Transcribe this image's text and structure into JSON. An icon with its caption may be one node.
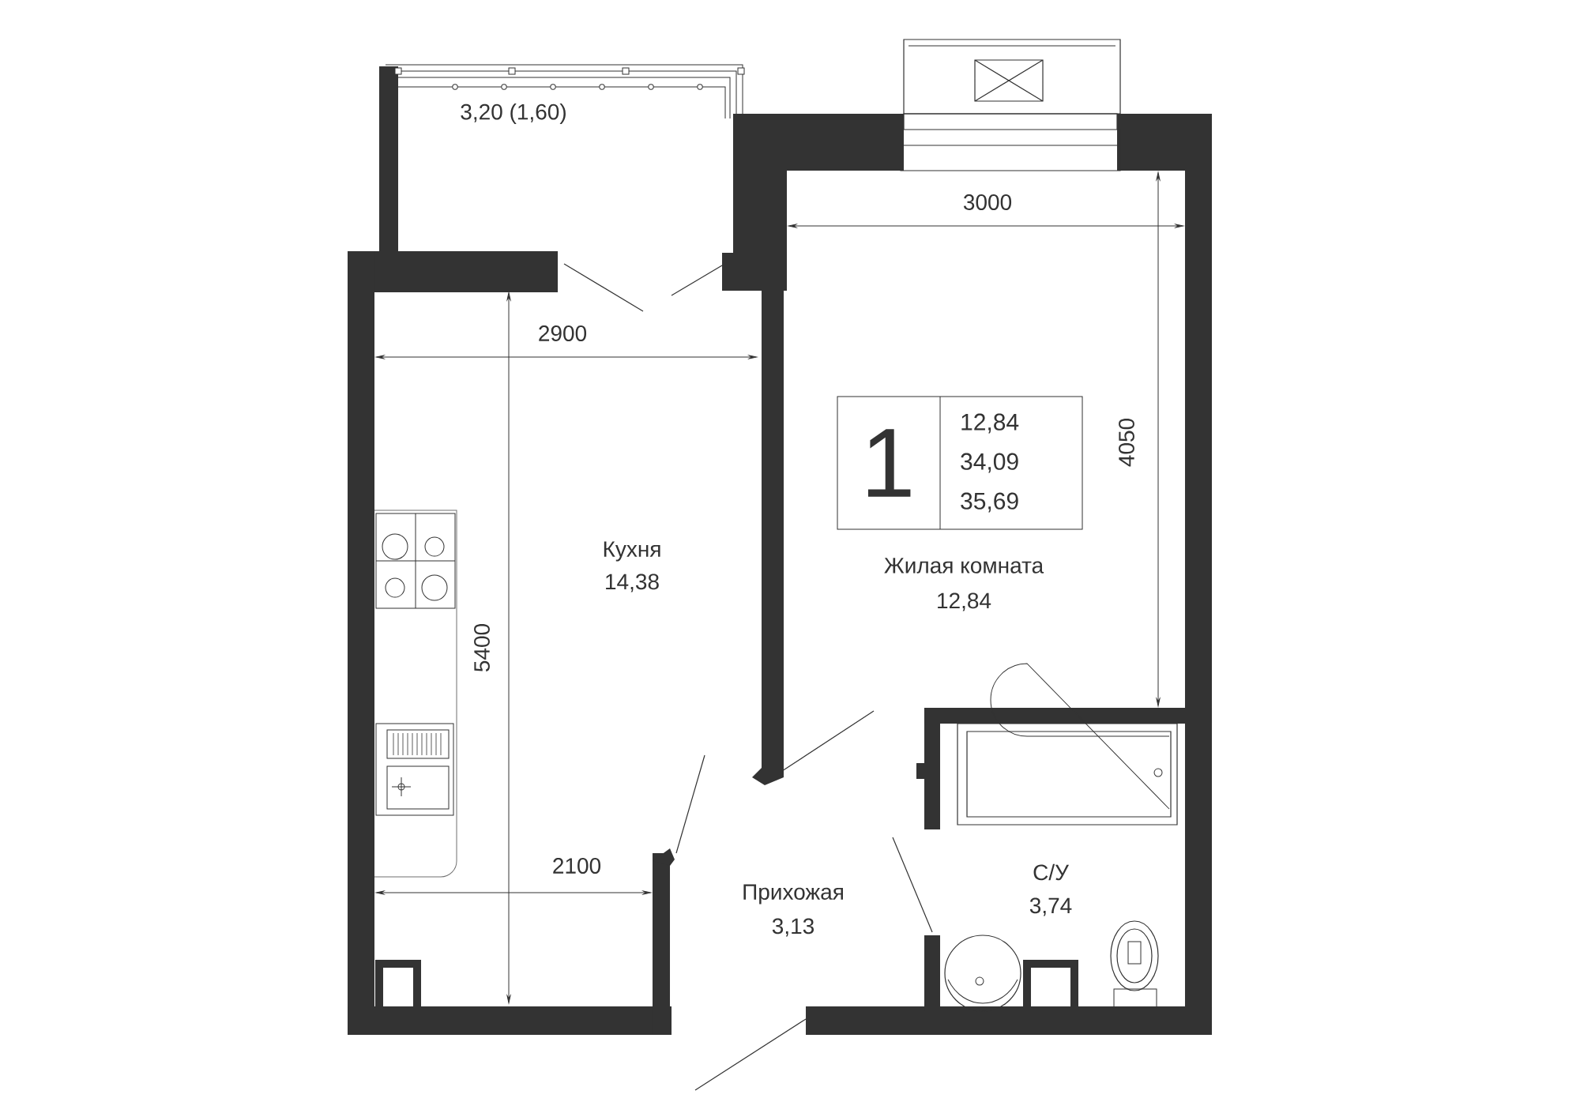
{
  "diagram": {
    "nodes": [
      {
        "text": [
          "1",
          "12,84",
          "34,09",
          "35,69"
        ]
      }
    ],
    "labels": [
      "3,20 (1,60)",
      "3000",
      "2900",
      "4050",
      "Кухня",
      "14,38",
      "Жилая комната",
      "12,84",
      "5400",
      "2100",
      "Прихожая",
      "3,13",
      "С/У",
      "3,74"
    ]
  }
}
